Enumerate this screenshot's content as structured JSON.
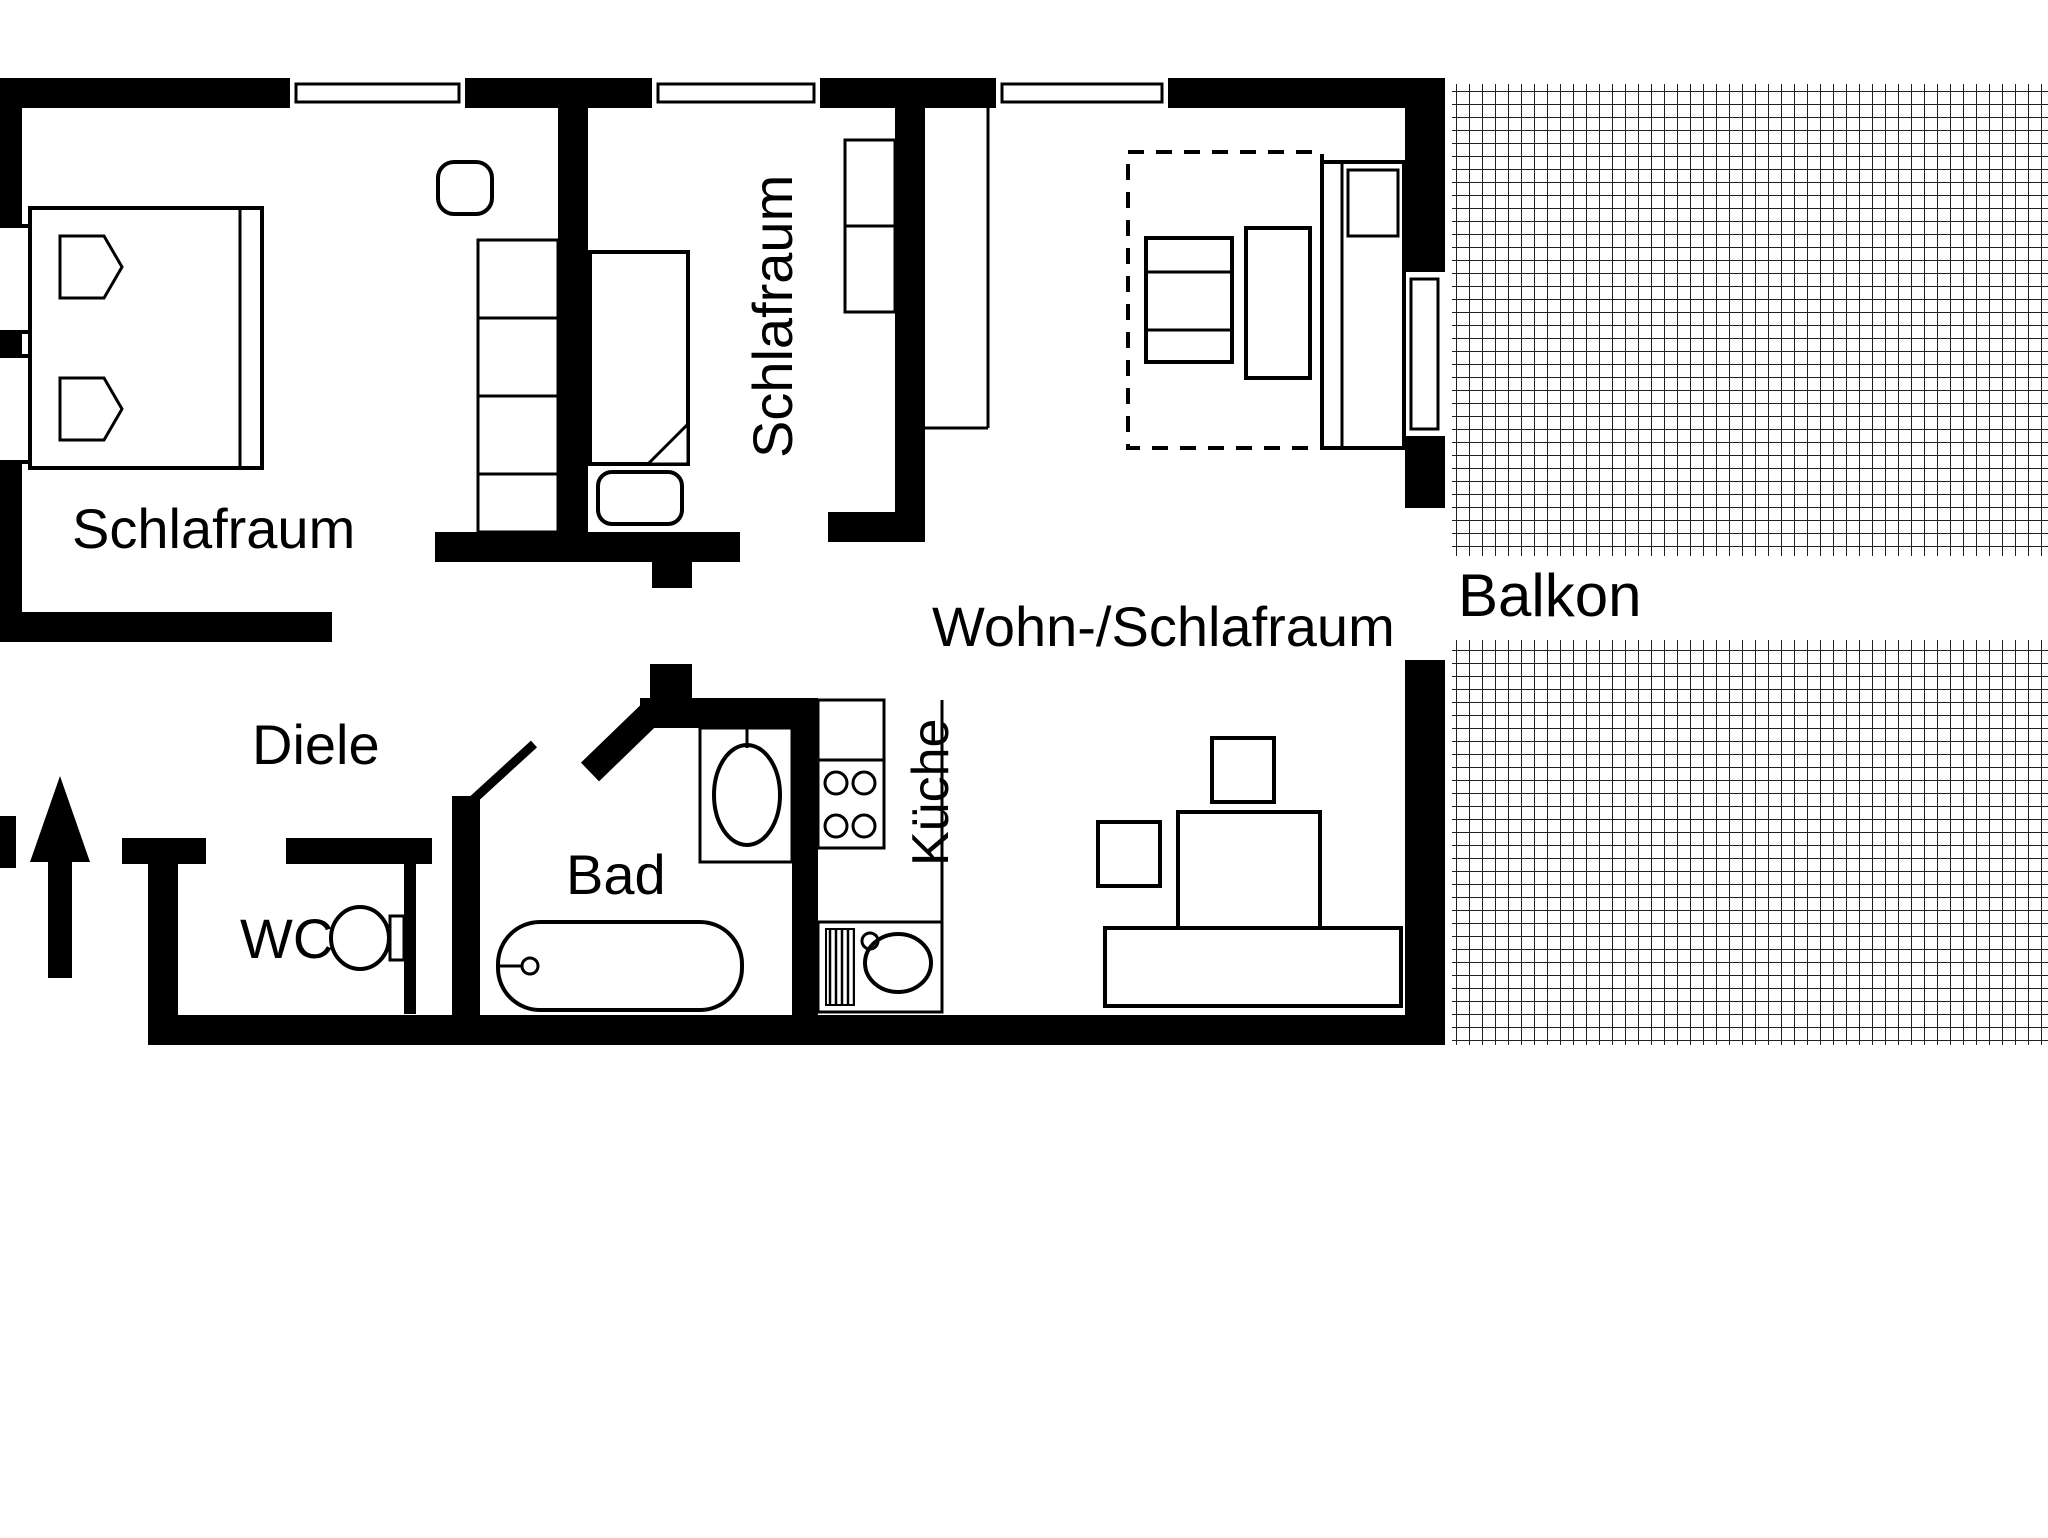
{
  "document_type": "floor-plan",
  "colors": {
    "wall": "#000000",
    "background": "#ffffff",
    "balcony_hatch": "#222222"
  },
  "labels": {
    "bedroom_left": "Schlafraum",
    "bedroom_middle": "Schlafraum",
    "living_bedroom": "Wohn-/Schlafraum",
    "balcony": "Balkon",
    "hallway": "Diele",
    "wc": "WC",
    "bathroom": "Bad",
    "kitchen": "Küche"
  }
}
